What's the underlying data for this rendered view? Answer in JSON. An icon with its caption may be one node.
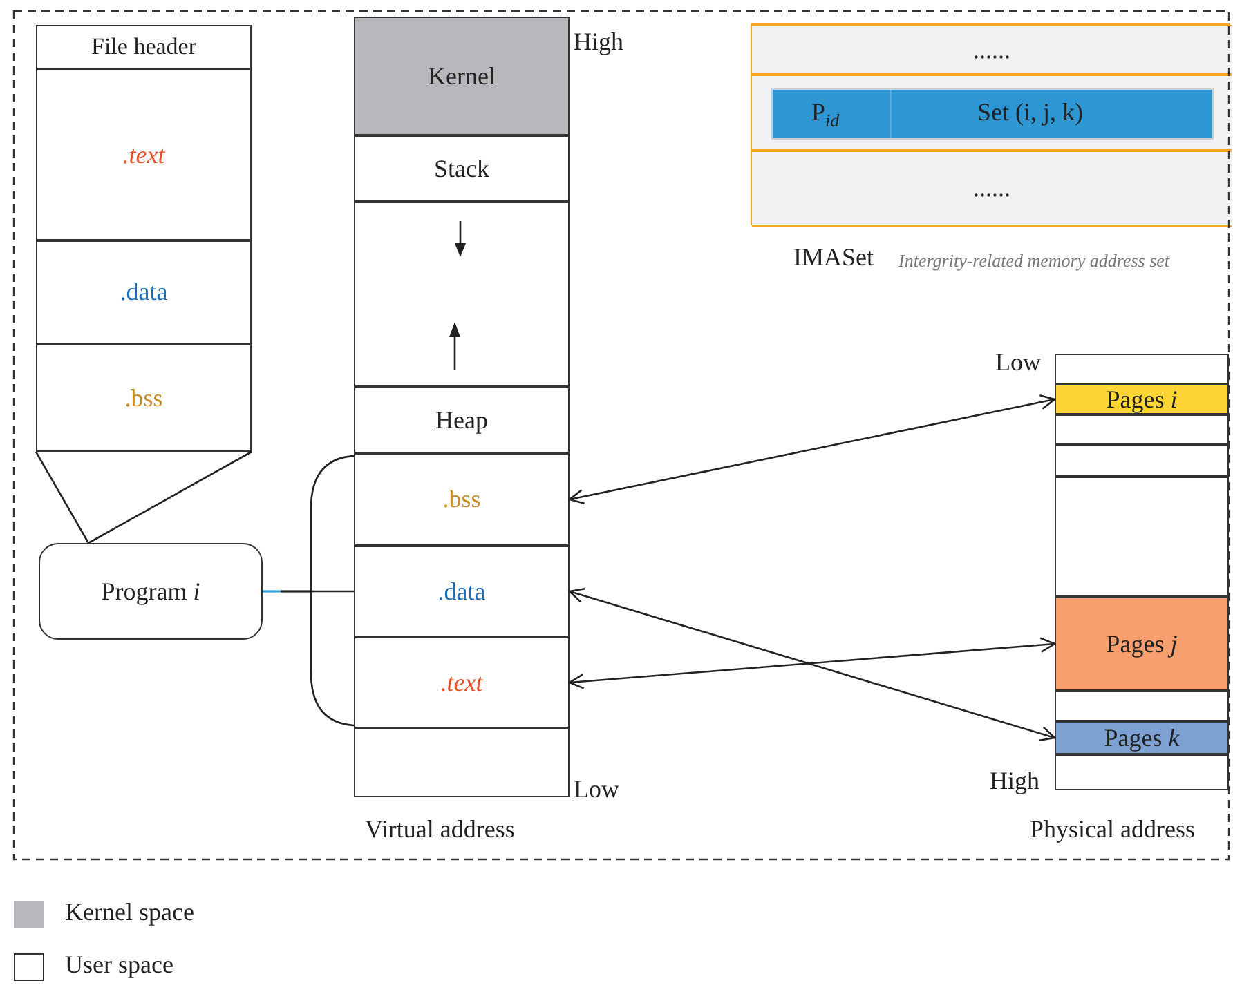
{
  "diagram": {
    "nodes": [
      {
        "text": [
          "File header"
        ]
      },
      {
        "text": [
          ".text"
        ]
      },
      {
        "text": [
          ".data"
        ]
      },
      {
        "text": [
          ".bss"
        ]
      },
      {
        "text": [
          "Program *i*"
        ]
      },
      {
        "text": [
          "Kernel"
        ]
      },
      {
        "text": [
          "Stack"
        ]
      },
      {
        "text": [],
        "shape": "box"
      },
      {
        "text": [
          "Heap"
        ]
      },
      {
        "text": [
          ".bss"
        ]
      },
      {
        "text": [
          ".data"
        ]
      },
      {
        "text": [
          ".text"
        ]
      },
      {
        "text": [],
        "shape": "box"
      },
      {
        "text": [
          "IMASet"
        ],
        "beside": [
          "Intergrity-related memory address set"
        ]
      },
      {
        "text": [
          "......"
        ],
        "in": 13
      },
      {
        "text": [],
        "shape": "box",
        "in": 13
      },
      {
        "text": [
          "P$_{id}$",
          "Set (i, j, k)"
        ],
        "in": 15
      },
      {
        "text": [
          "......"
        ],
        "in": 13
      },
      {
        "text": [],
        "shape": "box"
      },
      {
        "text": [
          "Pages *i*"
        ]
      },
      {
        "text": [],
        "shape": "box"
      },
      {
        "text": [],
        "shape": "box"
      },
      {
        "text": [],
        "shape": "box"
      },
      {
        "text": [
          "Pages *j*"
        ]
      },
      {
        "text": [],
        "shape": "box"
      },
      {
        "text": [
          "Pages *k*"
        ]
      },
      {
        "text": [],
        "shape": "box"
      }
    ],
    "edges": [
      {
        "from": 3,
        "to": 4,
        "arrow": "none"
      },
      {
        "from": 4,
        "to": 9,
        "arrow": "none",
        "color": "#29a3e0"
      },
      {
        "from": 4,
        "to": 10,
        "arrow": "none",
        "color": "#29a3e0"
      },
      {
        "from": 4,
        "to": 11,
        "arrow": "none",
        "color": "#29a3e0"
      },
      {
        "from": 9,
        "to": 19,
        "arrow": "both"
      },
      {
        "from": 10,
        "to": 25,
        "arrow": "both"
      },
      {
        "from": 11,
        "to": 23,
        "arrow": "both"
      }
    ],
    "labels": [
      "High",
      "Low",
      "Virtual address",
      "Low",
      "High",
      "Physical address"
    ],
    "legend": [
      {
        "text": "Kernel space",
        "color": "#b8b8bc"
      },
      {
        "text": "User space",
        "color": "#ffffff"
      }
    ]
  }
}
